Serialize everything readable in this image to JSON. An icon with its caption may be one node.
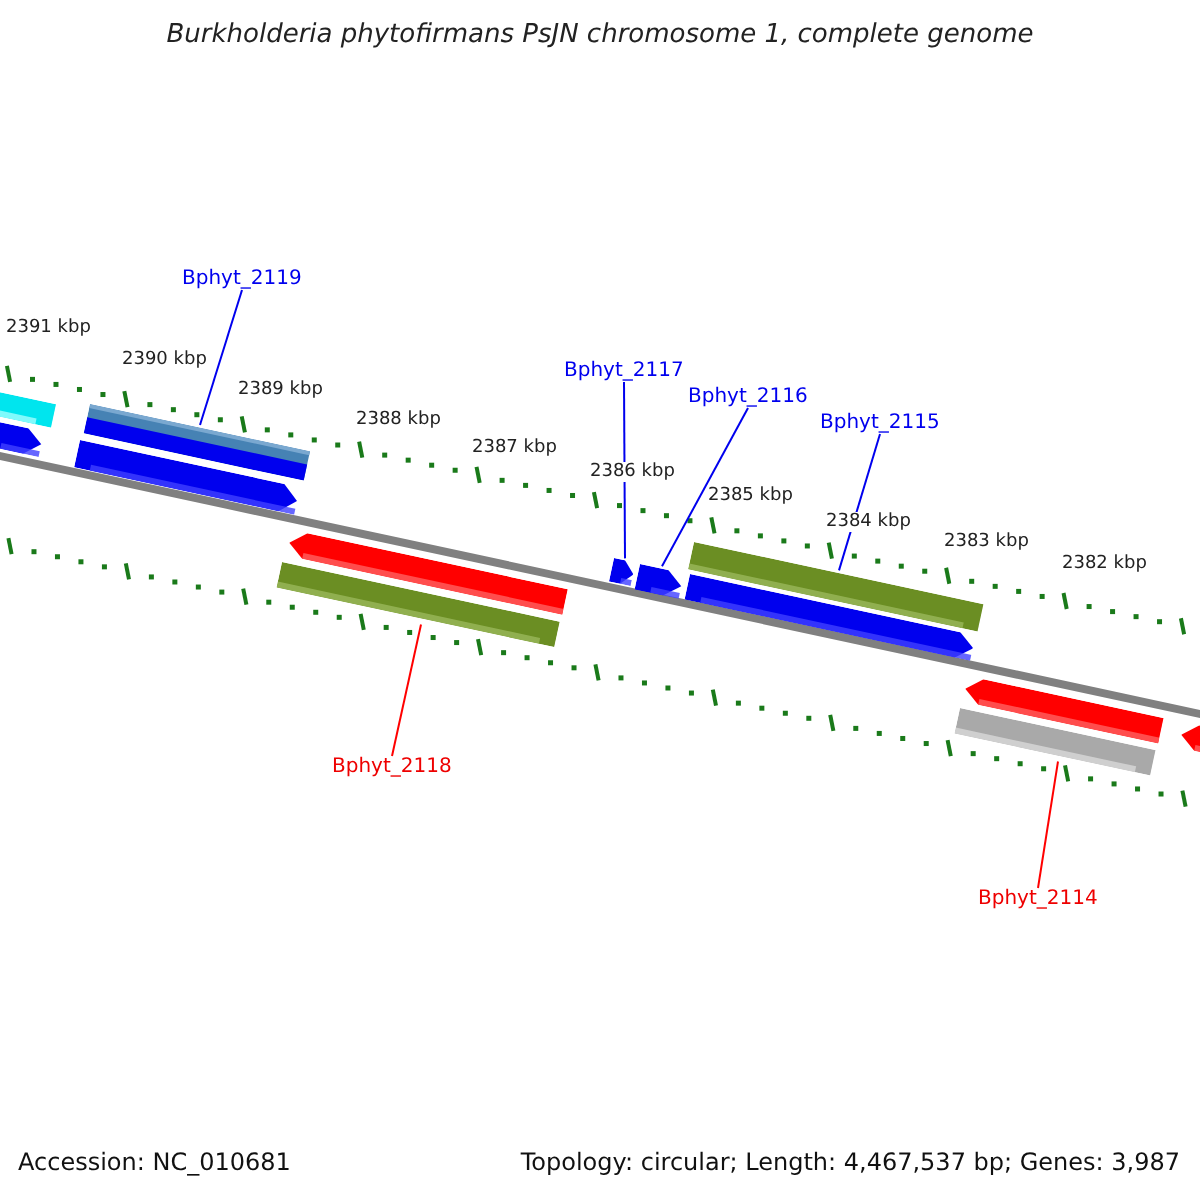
{
  "diagram": {
    "title": "Burkholderia phytofirmans PsJN chromosome 1, complete genome",
    "nodes": [
      {
        "text": [
          "Bphyt_2119"
        ]
      },
      {
        "text": [
          "Bphyt_2117"
        ]
      },
      {
        "text": [
          "Bphyt_2116"
        ]
      },
      {
        "text": [
          "Bphyt_2115"
        ]
      },
      {
        "text": [
          "Bphyt_2118"
        ]
      },
      {
        "text": [
          "Bphyt_2114"
        ]
      },
      {
        "text": [],
        "shape": "bar"
      },
      {
        "text": [],
        "shape": "arrow"
      },
      {
        "text": [],
        "shape": "arrow"
      },
      {
        "text": [],
        "shape": "bar"
      },
      {
        "text": [],
        "shape": "bar"
      },
      {
        "text": [],
        "shape": "arrow"
      },
      {
        "text": [],
        "shape": "arrow"
      },
      {
        "text": [],
        "shape": "arrow"
      },
      {
        "text": [],
        "shape": "arrow"
      },
      {
        "text": [],
        "shape": "bar"
      },
      {
        "text": [],
        "shape": "bar"
      },
      {
        "text": [],
        "shape": "arrow"
      },
      {
        "text": [],
        "shape": "arrow"
      }
    ],
    "edges": [
      {
        "from": 0,
        "to": 9,
        "arrow": "none"
      },
      {
        "from": 1,
        "to": 12,
        "arrow": "none"
      },
      {
        "from": 2,
        "to": 13,
        "arrow": "none"
      },
      {
        "from": 3,
        "to": 15,
        "arrow": "none"
      },
      {
        "from": 4,
        "to": 10,
        "arrow": "none",
        "color": "#ff0000"
      },
      {
        "from": 5,
        "to": 16,
        "arrow": "none",
        "color": "#ff0000"
      }
    ],
    "labels": [
      "2391 kbp",
      "2390 kbp",
      "2389 kbp",
      "2388 kbp",
      "2387 kbp",
      "2386 kbp",
      "2385 kbp",
      "2384 kbp",
      "2383 kbp",
      "2382 kbp",
      "Accession: NC_010681",
      "Topology: circular; Length: 4,467,537 bp; Genes: 3,987"
    ]
  }
}
